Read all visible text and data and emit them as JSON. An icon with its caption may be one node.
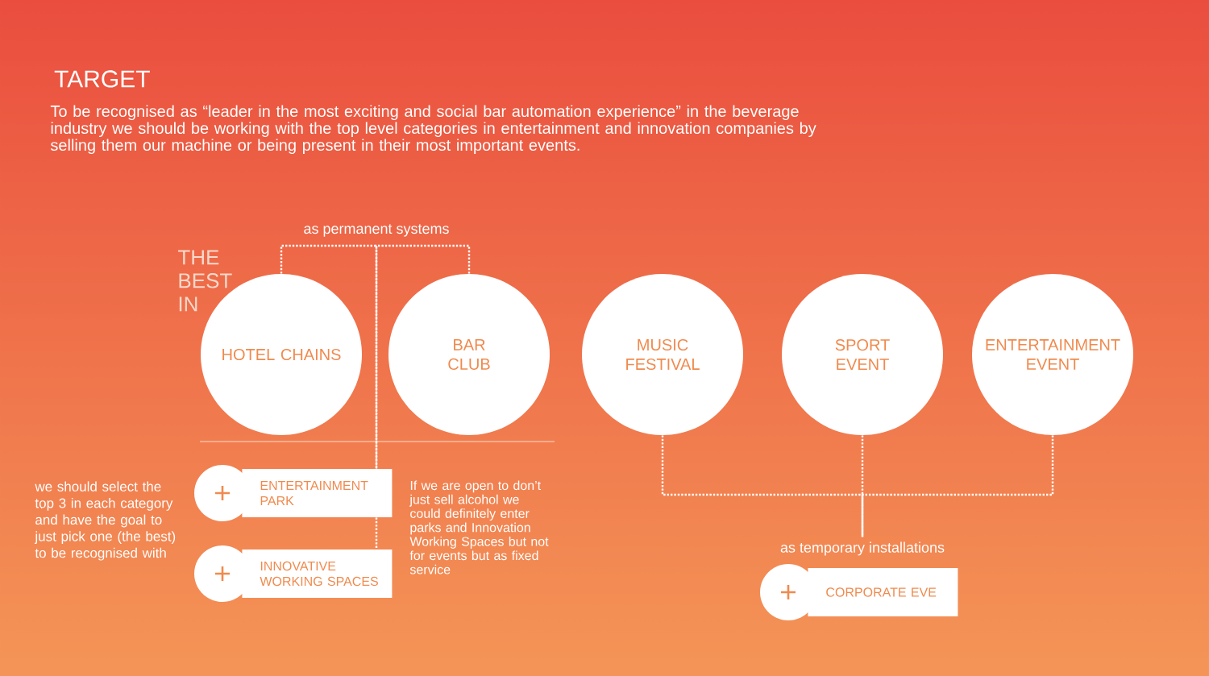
{
  "diagram": {
    "title": "TARGET",
    "nodes": [
      {
        "text": [
          "HOTEL CHAINS"
        ]
      },
      {
        "text": [
          "BAR CLUB"
        ]
      },
      {
        "text": [
          "MUSIC FESTIVAL"
        ]
      },
      {
        "text": [
          "SPORT EVENT"
        ]
      },
      {
        "text": [
          "ENTERTAINMENT EVENT"
        ]
      },
      {
        "text": [
          "ENTERTAINMENT PARK"
        ]
      },
      {
        "text": [
          "INNOVATIVE WORKING SPACES"
        ]
      },
      {
        "text": [
          "CORPORATE EVE"
        ]
      }
    ],
    "edges": [
      {
        "from": 0,
        "to": 5,
        "arrow": "none",
        "style": "dashed",
        "label": "as permanent systems"
      },
      {
        "from": 1,
        "to": 5,
        "arrow": "none",
        "style": "dashed"
      },
      {
        "from": 5,
        "to": 6,
        "arrow": "none",
        "style": "dashed"
      },
      {
        "from": 2,
        "to": 7,
        "arrow": "none",
        "style": "dashed",
        "label": "as temporary installations"
      },
      {
        "from": 3,
        "to": 7,
        "arrow": "none",
        "style": "dashed"
      },
      {
        "from": 4,
        "to": 7,
        "arrow": "none",
        "style": "dashed"
      }
    ],
    "labels": [
      "To be recognised as “leader in the most exciting and social bar automation experience” in the beverage industry we should be working with the top level categories in entertainment and innovation companies by selling them our machine or being present in their most important events.",
      "THE BEST IN",
      "we should select the top 3 in each category and have the goal to just pick one (the best) to be recognised with",
      "If we are open to don’t just sell alcohol we could definitely enter parks and Innovation Working Spaces but not for events but as fixed service"
    ]
  }
}
